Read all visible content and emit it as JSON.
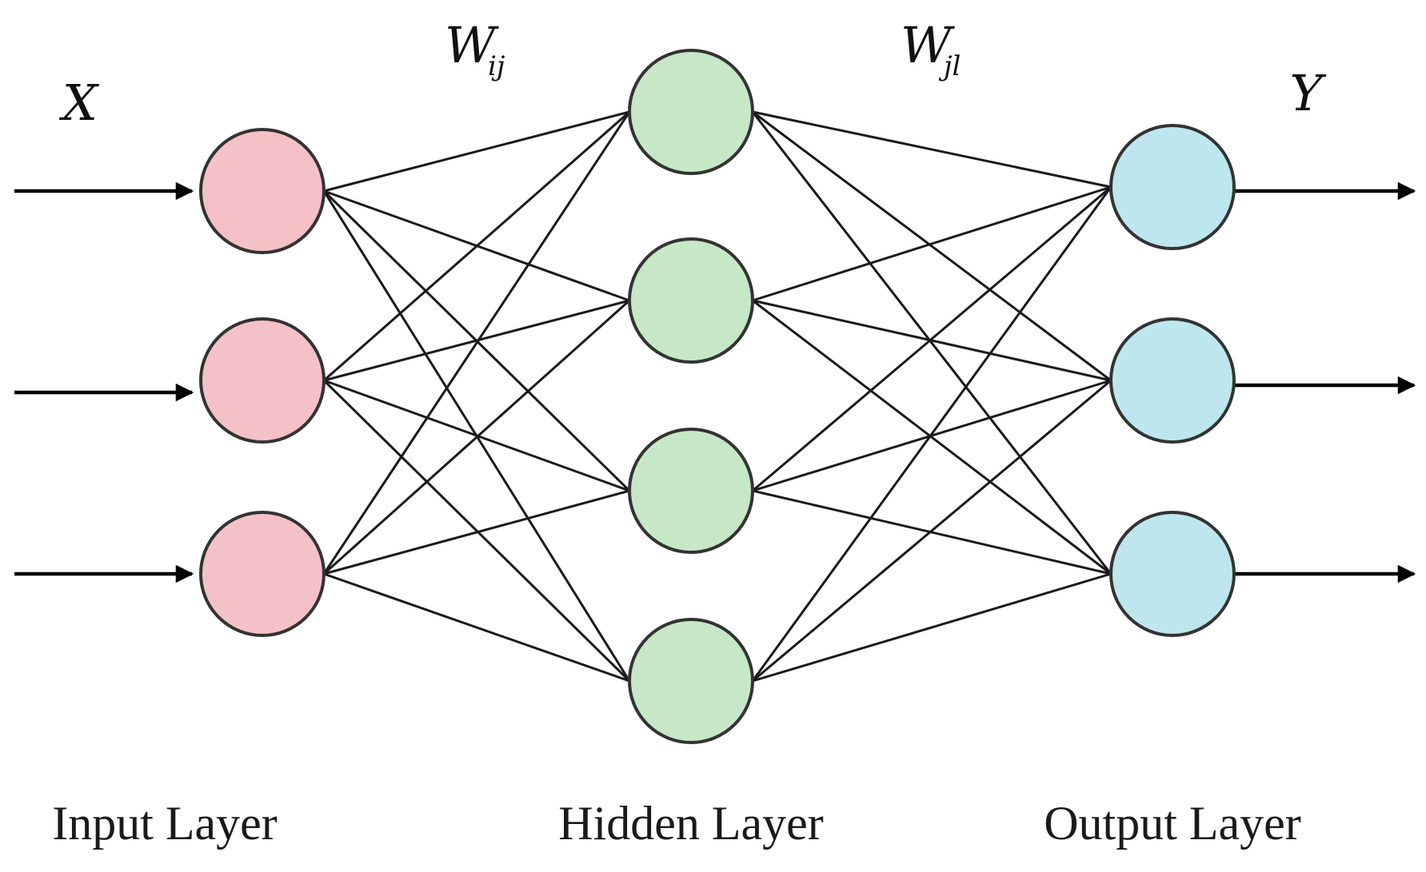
{
  "diagram": {
    "colors": {
      "input_node": "#f4c1c6",
      "hidden_node": "#c6e8c6",
      "output_node": "#bde6ee",
      "edge": "#1a1a1a",
      "node_border": "#333333"
    },
    "labels": {
      "input_symbol": "X",
      "output_symbol": "Y",
      "weight_in_main": "W",
      "weight_in_sub": "ij",
      "weight_out_main": "W",
      "weight_out_sub": "jl",
      "input_layer": "Input Layer",
      "hidden_layer": "Hidden Layer",
      "output_layer": "Output Layer"
    },
    "layers": {
      "input_count": 3,
      "hidden_count": 4,
      "output_count": 3
    }
  }
}
